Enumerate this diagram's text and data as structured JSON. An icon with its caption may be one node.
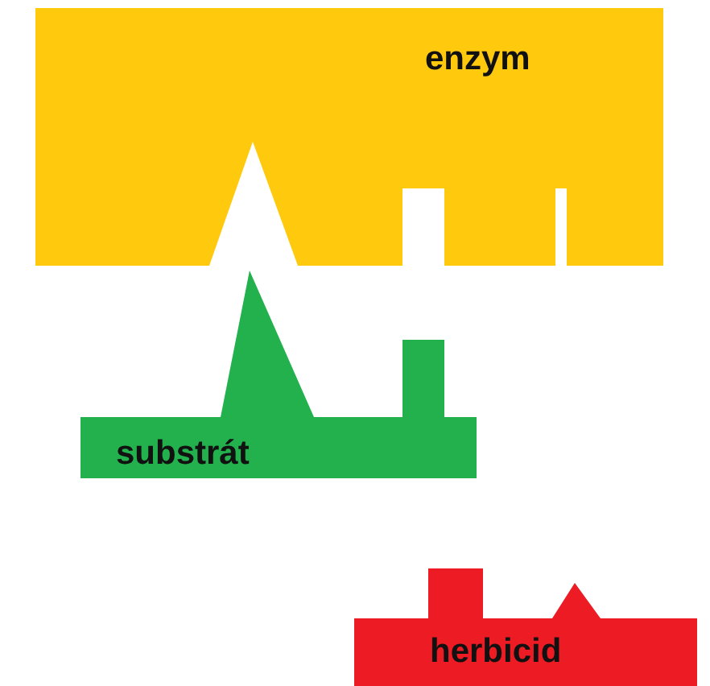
{
  "diagram": {
    "nodes": [
      {
        "text": [
          "enzym"
        ]
      },
      {
        "text": [
          "substrát"
        ]
      },
      {
        "text": [
          "herbicid"
        ]
      }
    ]
  }
}
